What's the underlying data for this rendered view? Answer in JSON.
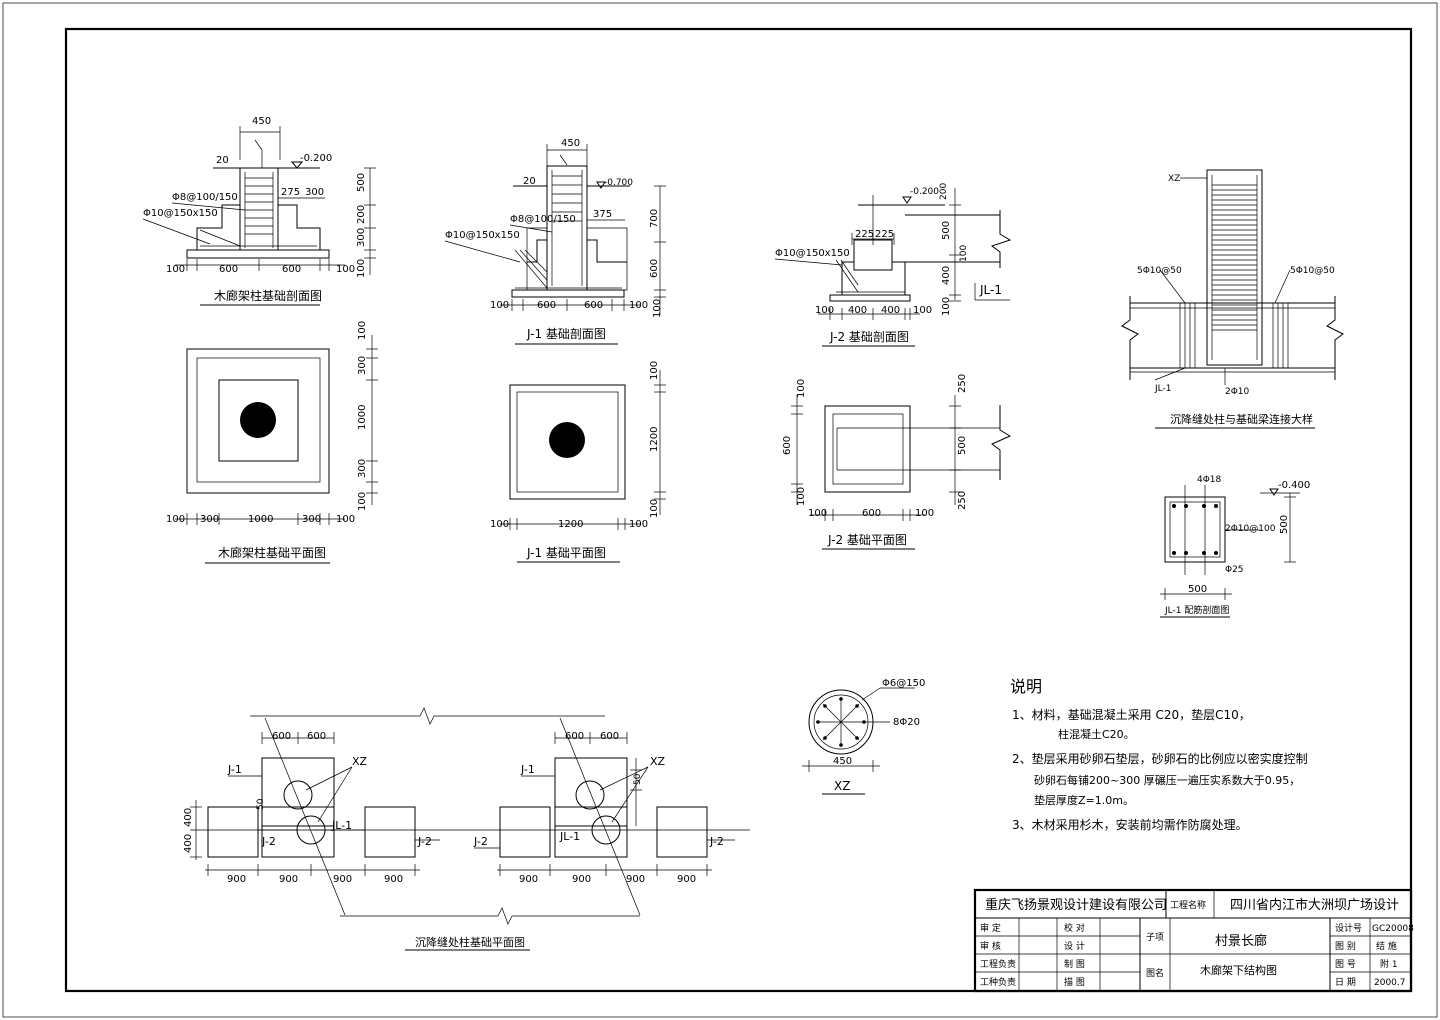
{
  "colors": {
    "ink": "#000000",
    "paper": "#ffffff"
  },
  "d1": {
    "title": "木廊架柱基础剖面图",
    "dim_top": "450",
    "dim_20": "20",
    "elev": "-0.200",
    "dim_275": "275",
    "dim_300": "300",
    "rebar1": "Φ8@100/150",
    "rebar2": "Φ10@150x150",
    "h500": "500",
    "h200": "200",
    "h300": "300",
    "h100": "100",
    "b100l": "100",
    "b600": "600",
    "b600b": "600",
    "b100r": "100"
  },
  "d2": {
    "title": "J-1  基础剖面图",
    "dim_top": "450",
    "dim_20": "20",
    "elev": "-0.700",
    "dim_375": "375",
    "rebar1": "Φ8@100/150",
    "rebar2": "Φ10@150x150",
    "h700": "700",
    "h600": "600",
    "h100": "100",
    "b100l": "100",
    "b600": "600",
    "b600b": "600",
    "b100r": "100"
  },
  "d3": {
    "title": "J-2  基础剖面图",
    "elev": "-0.200",
    "h200": "200",
    "h500": "500",
    "h400": "400",
    "h100": "100",
    "h100b": "100",
    "d225a": "225",
    "d225b": "225",
    "rebar": "Φ10@150x150",
    "b100l": "100",
    "b400": "400",
    "b400b": "400",
    "b100r": "100",
    "jl": "JL-1"
  },
  "d4": {
    "title": "沉降缝处柱与基础梁连接大样",
    "xz": "XZ",
    "left": "5Φ10@50",
    "right": "5Φ10@50",
    "jl": "JL-1",
    "bot": "2Φ10"
  },
  "d5": {
    "title": "木廊架柱基础平面图",
    "r100": "100",
    "r300": "300",
    "r1000": "1000",
    "r300b": "300",
    "r100b": "100",
    "b100": "100",
    "b300": "300",
    "b1000": "1000",
    "b300b": "300",
    "b100b": "100"
  },
  "d6": {
    "title": "J-1  基础平面图",
    "r100": "100",
    "r1200": "1200",
    "r100b": "100",
    "b100": "100",
    "b1200": "1200",
    "b100b": "100"
  },
  "d7": {
    "title": "J-2  基础平面图",
    "l100": "100",
    "l600": "600",
    "l100b": "100",
    "r250": "250",
    "r500": "500",
    "r250b": "250",
    "b100": "100",
    "b600": "600",
    "b100b": "100"
  },
  "d8": {
    "title": "JL-1 配筋剖面图",
    "top": "4Φ18",
    "elev": "-0.400",
    "mid": "2Φ10@100",
    "h500": "500",
    "bot": "Φ25",
    "w": "500"
  },
  "d9": {
    "title": "XZ",
    "r1": "Φ6@150",
    "r2": "8Φ20",
    "w": "450"
  },
  "notes": {
    "heading": "说明",
    "n1": "1、材料，基础混凝土采用 C20，垫层C10，",
    "n1b": "柱混凝土C20。",
    "n2": "2、垫层采用砂卵石垫层，砂卵石的比例应以密实度控制",
    "n2b": "砂卵石每铺200~300     厚碾压一遍压实系数大于0.95，",
    "n2c": "垫层厚度Z=1.0m。",
    "n3": "3、木材采用杉木，安装前均需作防腐处理。"
  },
  "d10": {
    "title": "沉降缝处柱基础平面图",
    "j1a": "J-1",
    "j1b": "J-1",
    "j2a": "J-2",
    "j2b": "J-2",
    "j2c": "J-2",
    "j2d": "J-2",
    "jl1a": "JL-1",
    "jl1b": "JL-1",
    "xza": "XZ",
    "xzb": "XZ",
    "t600a": "600",
    "t600b": "600",
    "t600c": "600",
    "t600d": "600",
    "l400a": "400",
    "l400b": "400",
    "v50a": "50",
    "v50b": "50",
    "b1": "900",
    "b2": "900",
    "b3": "900",
    "b4": "900",
    "b5": "900",
    "b6": "900",
    "b7": "900",
    "b8": "900"
  },
  "titleblock": {
    "company": "重庆飞扬景观设计建设有限公司",
    "proj_label": "工程名称",
    "proj_name": "四川省内江市大洲坝广场设计",
    "sub_label": "子项",
    "sub_name": "村景长廊",
    "fig_label": "图名",
    "fig_name": "木廊架下结构图",
    "r1a": "审  定",
    "r2a": "审  核",
    "r3a": "工程负责",
    "r4a": "工种负责",
    "r1b": "校  对",
    "r2b": "设  计",
    "r3b": "制  图",
    "r4b": "描  图",
    "k1": "设计号",
    "v1": "GC20008",
    "k2": "图  别",
    "v2": "结  施",
    "k3": "图  号",
    "v3": "附 1",
    "k4": "日  期",
    "v4": "2000.7"
  }
}
